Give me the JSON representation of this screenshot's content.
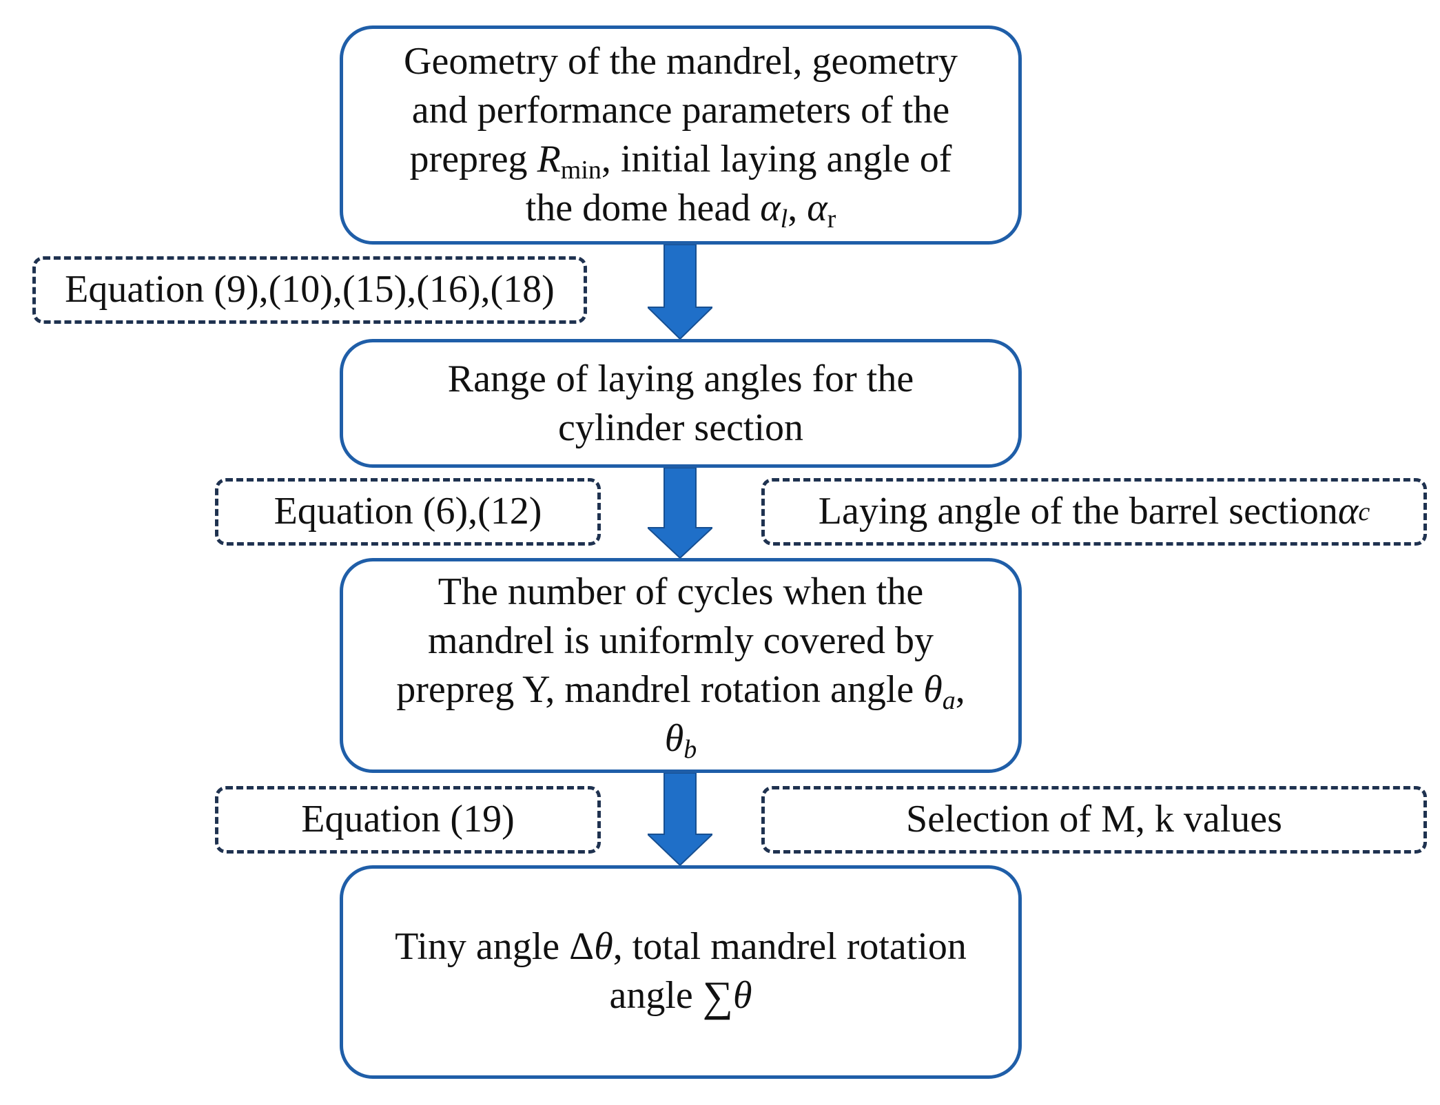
{
  "colors": {
    "box_border": "#1f5ea8",
    "note_border": "#1f3250",
    "arrow_fill": "#1f6fc8"
  },
  "box1": {
    "line1": "Geometry of the mandrel, geometry",
    "line2": "and performance parameters of the",
    "line3_prefix": "prepreg ",
    "r_symbol": "R",
    "r_subscript": "min",
    "line3_suffix": ", initial laying angle of",
    "line4_prefix": "the dome head ",
    "alpha_symbol_1": "α",
    "alpha_subscript_1": "l",
    "comma": ", ",
    "alpha_symbol_2": "α",
    "alpha_subscript_2": "r"
  },
  "note1": {
    "text": "Equation (9),(10),(15),(16),(18)"
  },
  "box2": {
    "line1": "Range of laying angles for the",
    "line2": "cylinder section"
  },
  "note2": {
    "text": "Equation (6),(12)"
  },
  "note3": {
    "prefix": "Laying angle of the barrel section ",
    "alpha_symbol": "α",
    "alpha_subscript": "c"
  },
  "box3": {
    "line1": "The number of cycles when the",
    "line2": "mandrel is uniformly covered by",
    "line3_prefix": "prepreg Y, mandrel rotation angle ",
    "theta_symbol_a": "θ",
    "theta_subscript_a": "a",
    "line3_suffix": ",",
    "theta_symbol_b": "θ",
    "theta_subscript_b": "b"
  },
  "note4": {
    "text": "Equation (19)"
  },
  "note5": {
    "text": "Selection of M, k values"
  },
  "box4": {
    "line1_prefix": "Tiny angle ",
    "delta_symbol": "Δ",
    "theta_symbol_1": "θ",
    "line1_suffix": ", total mandrel rotation",
    "line2_prefix": "angle ",
    "sum_symbol": "∑",
    "theta_symbol_2": "θ"
  }
}
